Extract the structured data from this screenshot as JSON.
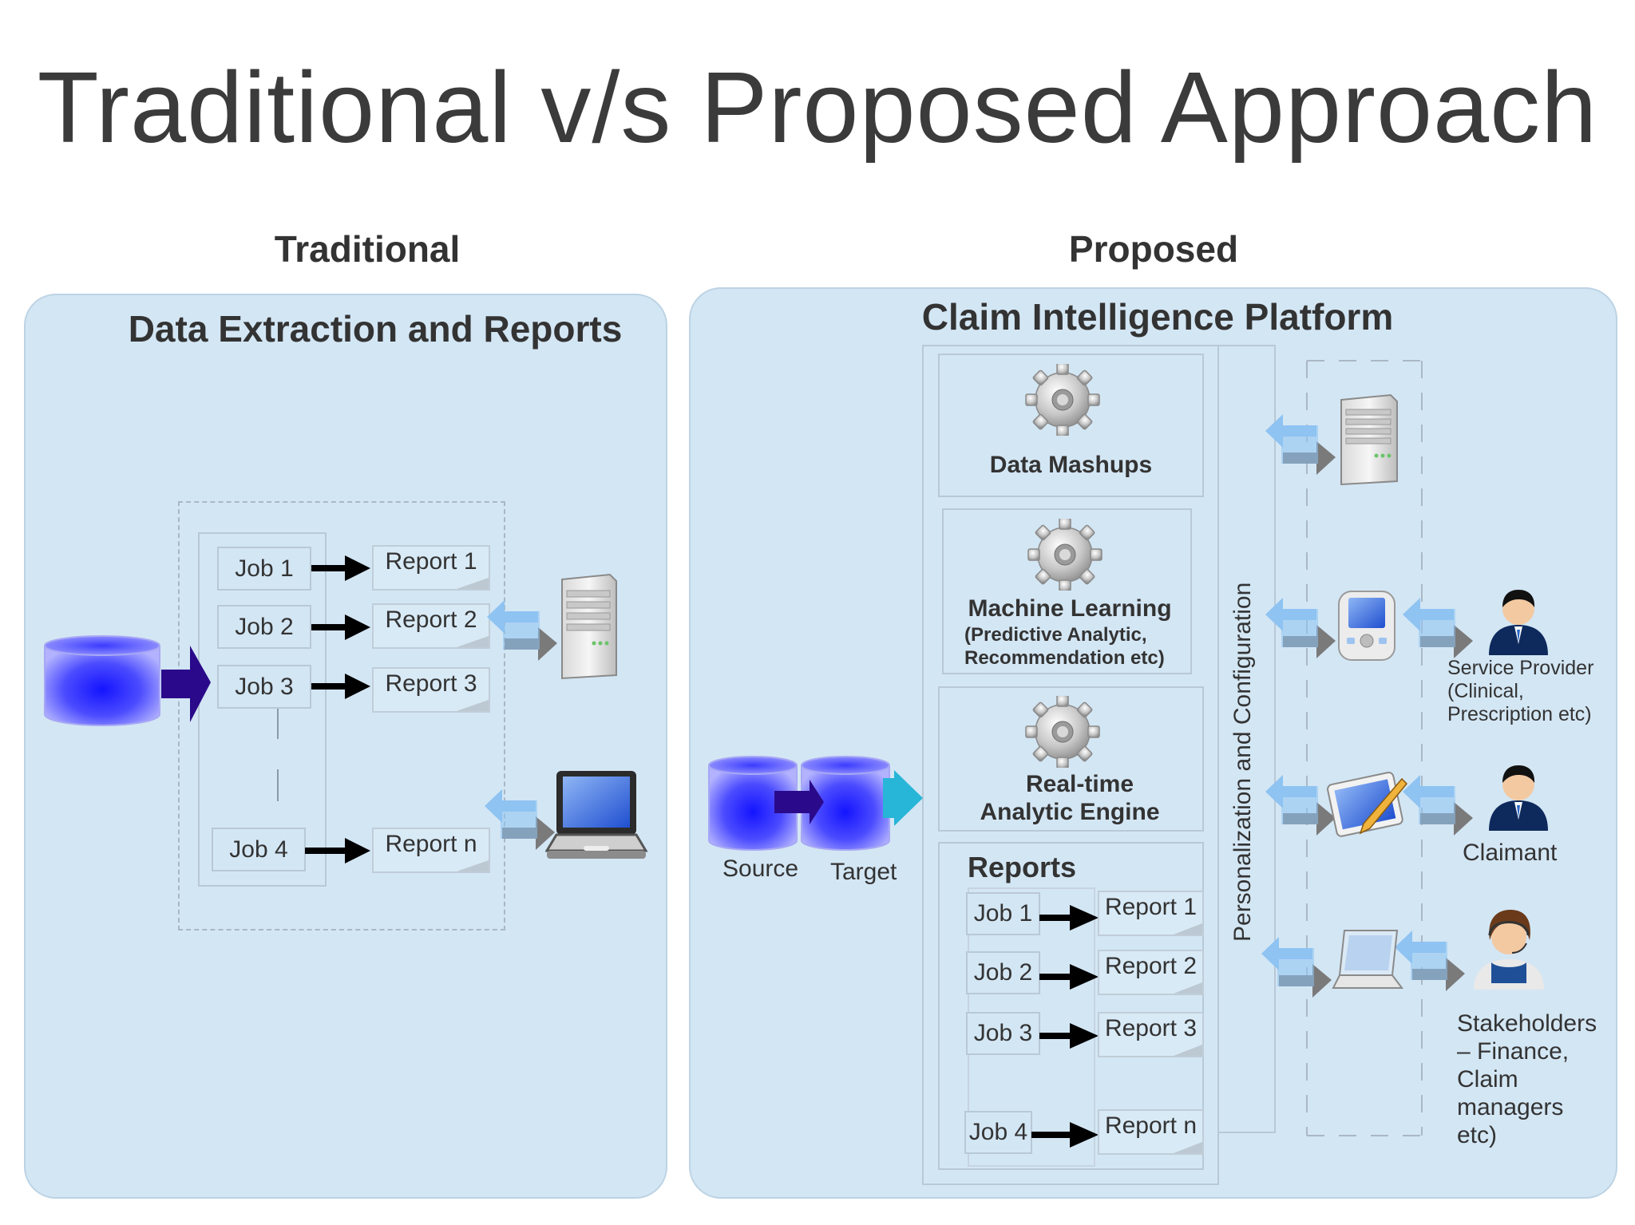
{
  "title": "Traditional v/s Proposed Approach",
  "traditional": {
    "heading": "Traditional",
    "panel_title": "Data Extraction and Reports",
    "jobs": [
      "Job 1",
      "Job 2",
      "Job 3",
      "Job 4"
    ],
    "reports": [
      "Report 1",
      "Report 2",
      "Report 3",
      "Report n"
    ]
  },
  "proposed": {
    "heading": "Proposed",
    "panel_title": "Claim Intelligence Platform",
    "source_label": "Source",
    "target_label": "Target",
    "modules": {
      "data_mashups": "Data Mashups",
      "ml_title": "Machine Learning",
      "ml_sub1": "(Predictive Analytic,",
      "ml_sub2": "Recommendation etc)",
      "rt_line1": "Real-time",
      "rt_line2": "Analytic Engine"
    },
    "reports_title": "Reports",
    "jobs": [
      "Job 1",
      "Job 2",
      "Job 3",
      "Job 4"
    ],
    "reports": [
      "Report 1",
      "Report 2",
      "Report 3",
      "Report n"
    ],
    "personalization": "Personalization and Configuration",
    "consumers": {
      "service_provider": [
        "Service Provider",
        "(Clinical,",
        "Prescription etc)"
      ],
      "claimant": "Claimant",
      "stakeholders": [
        "Stakeholders",
        "– Finance,",
        "Claim",
        "managers",
        "etc)"
      ]
    }
  },
  "colors": {
    "panel_bg": "#d3e6f4",
    "db_blue": "#2a2af0",
    "arrow_dark": "#2a0a8a",
    "arrow_cyan": "#27b5d8",
    "double_arrow_light": "#8ec3f2",
    "double_arrow_gray": "#7a7a7a"
  },
  "icons": [
    "database-icon",
    "server-icon",
    "laptop-icon",
    "gear-icon",
    "pda-device-icon",
    "tablet-pen-icon",
    "person-icon",
    "support-agent-icon"
  ]
}
